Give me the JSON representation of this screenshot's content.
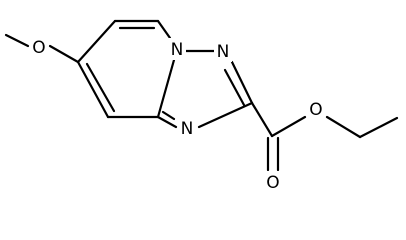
{
  "molecule": {
    "atoms": {
      "methoxy_oxygen": "O",
      "n_bridgehead": "N",
      "n_top": "N",
      "n_lower": "N",
      "carbonyl_oxygen": "O",
      "ester_oxygen": "O"
    }
  }
}
